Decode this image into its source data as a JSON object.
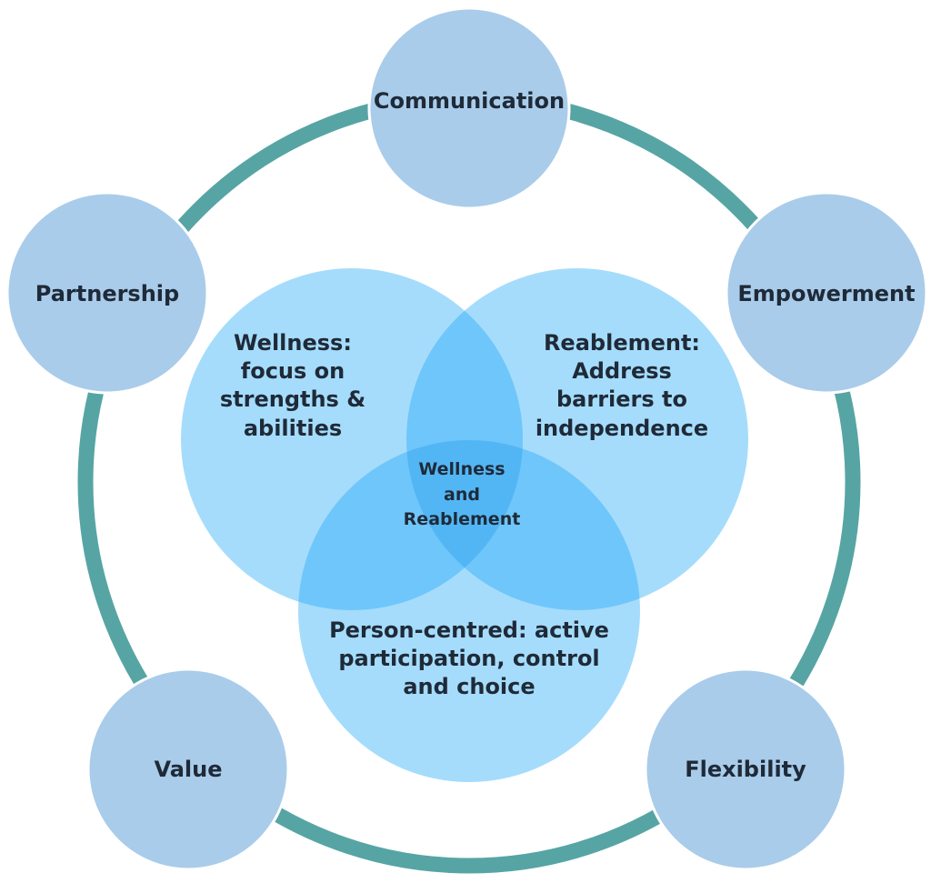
{
  "diagram": {
    "core_principles": [
      {
        "id": "communication",
        "label": "Communication"
      },
      {
        "id": "empowerment",
        "label": "Empowerment"
      },
      {
        "id": "flexibility",
        "label": "Flexibility"
      },
      {
        "id": "value",
        "label": "Value"
      },
      {
        "id": "partnership",
        "label": "Partnership"
      }
    ],
    "venn": {
      "wellness": [
        "Wellness:",
        "focus on",
        "strengths &",
        "abilities"
      ],
      "reablement": [
        "Reablement:",
        "Address",
        "barriers to",
        "independence"
      ],
      "person_centred": [
        "Person-centred: active",
        "participation, control",
        "and choice"
      ],
      "center": [
        "Wellness",
        "and",
        "Reablement"
      ]
    },
    "colors": {
      "ring": "#56A5A4",
      "outer_circle": "#A9CCEA",
      "outer_circle_stroke": "#ffffff",
      "venn_circle": "#A5DCFB",
      "venn_overlap": "#6FC6FA",
      "venn_center": "#52B6F5",
      "text": "#1f2a38"
    }
  }
}
